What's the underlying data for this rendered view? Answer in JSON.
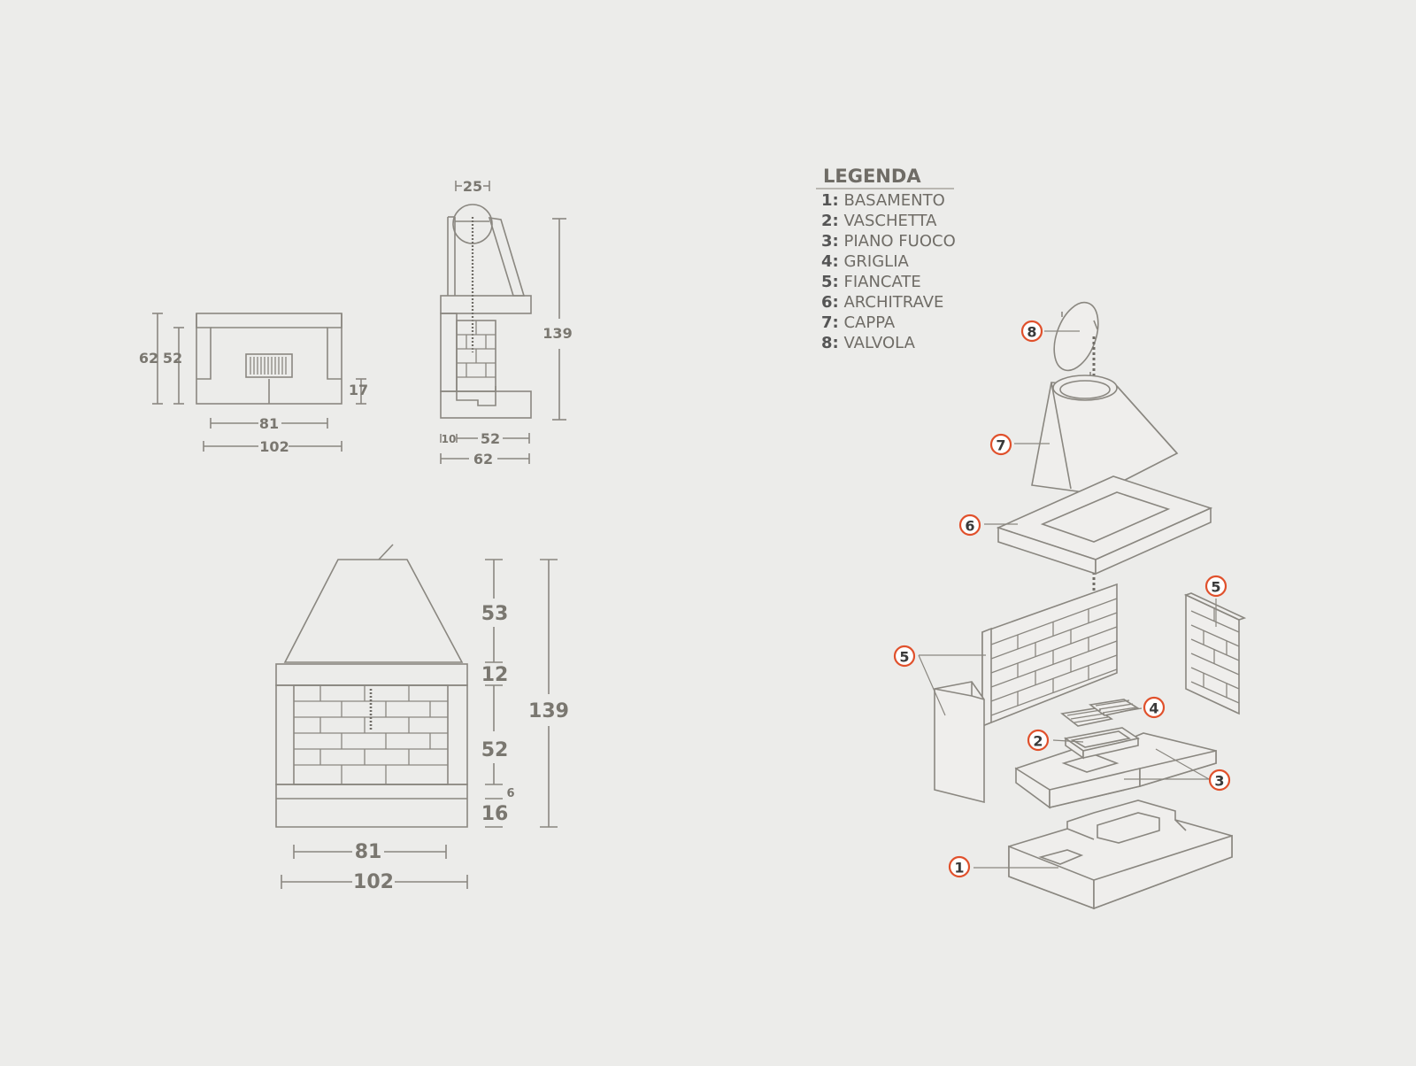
{
  "legend": {
    "title": "LEGENDA",
    "items": [
      {
        "num": "1:",
        "label": "BASAMENTO"
      },
      {
        "num": "2:",
        "label": "VASCHETTA"
      },
      {
        "num": "3:",
        "label": "PIANO FUOCO"
      },
      {
        "num": "4:",
        "label": "GRIGLIA"
      },
      {
        "num": "5:",
        "label": "FIANCATE"
      },
      {
        "num": "6:",
        "label": "ARCHITRAVE"
      },
      {
        "num": "7:",
        "label": "CAPPA"
      },
      {
        "num": "8:",
        "label": "VALVOLA"
      }
    ]
  },
  "top_view": {
    "dims": {
      "total_depth": "62",
      "inner_depth": "52",
      "grate_depth": "17",
      "inner_width": "81",
      "total_width": "102"
    }
  },
  "side_view": {
    "dims": {
      "flue_diameter": "25",
      "total_height": "139",
      "wall": "10",
      "inner_depth": "52",
      "total_depth": "62"
    }
  },
  "front_view": {
    "dims": {
      "hood": "53",
      "lintel": "12",
      "opening": "52",
      "hearth": "6",
      "base": "16",
      "total_height": "139",
      "inner_width": "81",
      "total_width": "102"
    }
  },
  "callouts": [
    "1",
    "2",
    "3",
    "4",
    "5",
    "5",
    "6",
    "7",
    "8"
  ],
  "colors": {
    "background": "#ececea",
    "line": "#8a8780",
    "callout_ring": "#e0502b",
    "text": "#6f6c66"
  }
}
